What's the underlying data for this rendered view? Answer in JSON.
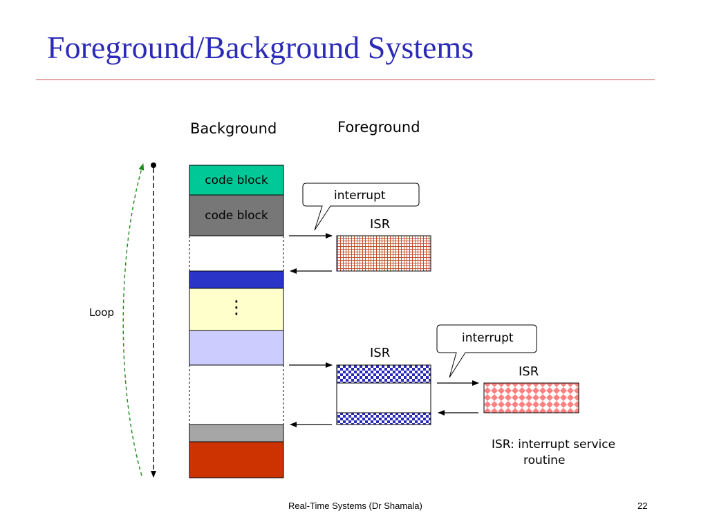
{
  "slide": {
    "title": "Foreground/Background Systems",
    "footer_text": "Real-Time Systems (Dr Shamala)",
    "page_number": "22"
  },
  "diagram": {
    "background_heading": "Background",
    "foreground_heading": "Foreground",
    "loop_label": "Loop",
    "code_block_1": "code block",
    "code_block_2": "code block",
    "ellipsis": "⋮",
    "interrupt_callout_1": "interrupt",
    "interrupt_callout_2": "interrupt",
    "isr_label_1": "ISR",
    "isr_label_2": "ISR",
    "isr_label_3": "ISR",
    "legend_line_1": "ISR: interrupt service",
    "legend_line_2": "routine"
  },
  "colors": {
    "title": "#2b2bb8",
    "rule": "#c0504d",
    "block_teal": "#00c896",
    "block_gray": "#777777",
    "block_blue": "#2a35c8",
    "block_yellow": "#ffffcc",
    "block_lavender": "#ccccff",
    "block_lightgray": "#a6a6a6",
    "block_red": "#cc3300",
    "loop_arrow_green": "#1a8a1a",
    "isr_orange": "#c0502a",
    "isr_blue": "#2a2ab8",
    "isr_pink": "#ff8080"
  }
}
